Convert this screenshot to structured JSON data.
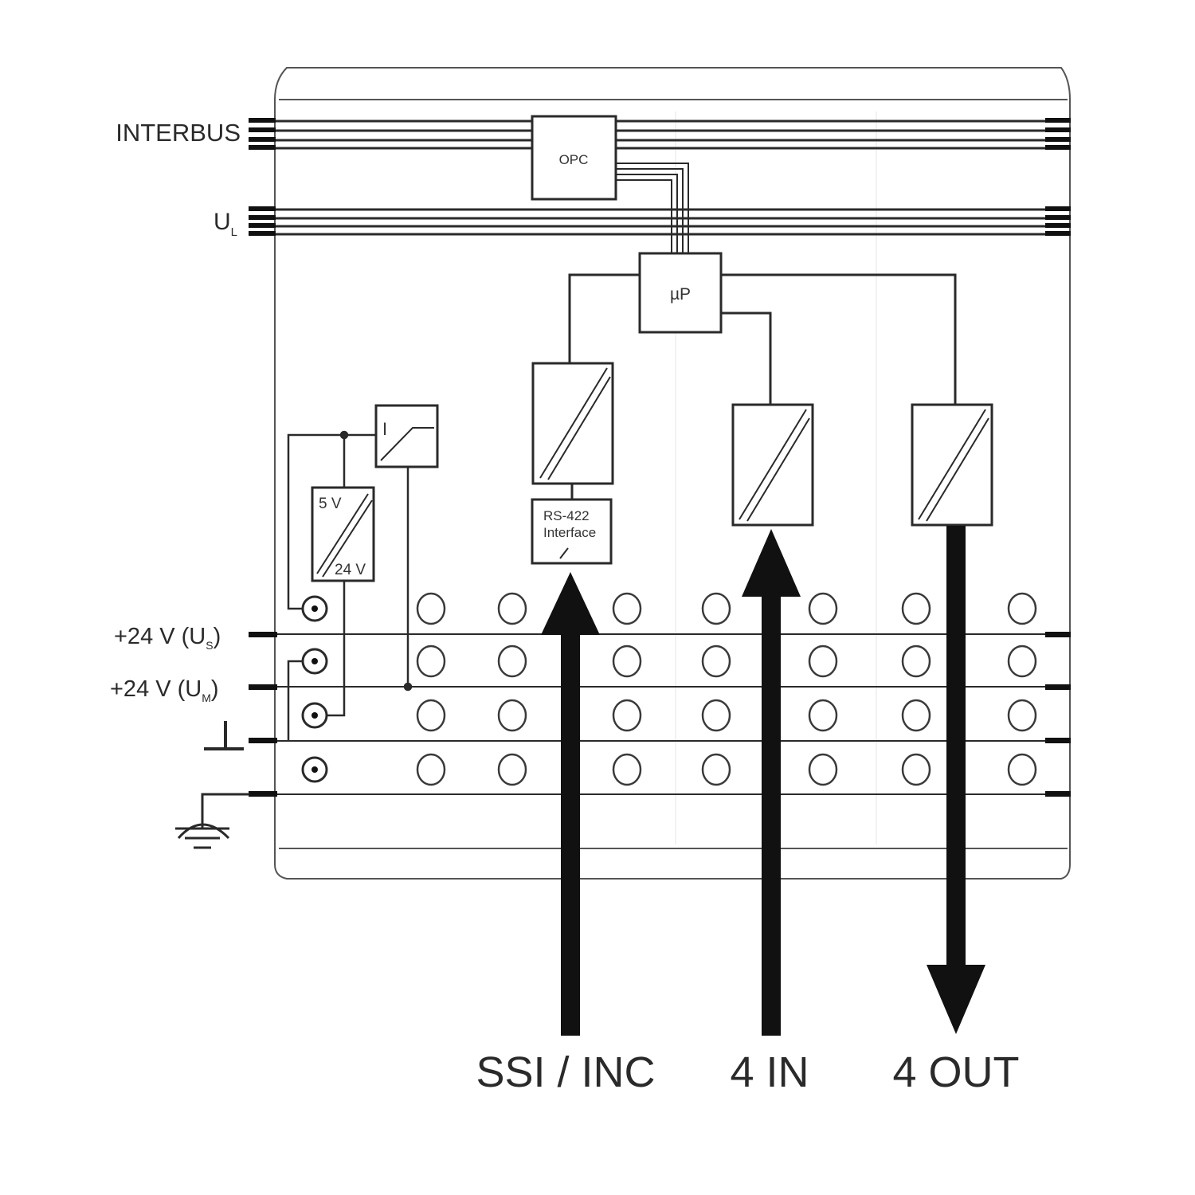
{
  "left_labels": {
    "interbus": "INTERBUS",
    "ul_main": "U",
    "ul_sub": "L",
    "us_main": "+24 V (U",
    "us_sub": "S",
    "us_end": ")",
    "um_main": "+24 V (U",
    "um_sub": "M",
    "um_end": ")"
  },
  "blocks": {
    "opc": "OPC",
    "mu_p": "µP",
    "supply_top": "5 V",
    "supply_bottom": "24 V",
    "switch": "I",
    "rs422_line1": "RS-422",
    "rs422_line2": "Interface"
  },
  "io_labels": {
    "ssi": "SSI / INC",
    "in": "4 IN",
    "out": "4 OUT"
  },
  "colors": {
    "line": "#2a2a2a",
    "housing": "#555555",
    "arrow": "#111111"
  }
}
